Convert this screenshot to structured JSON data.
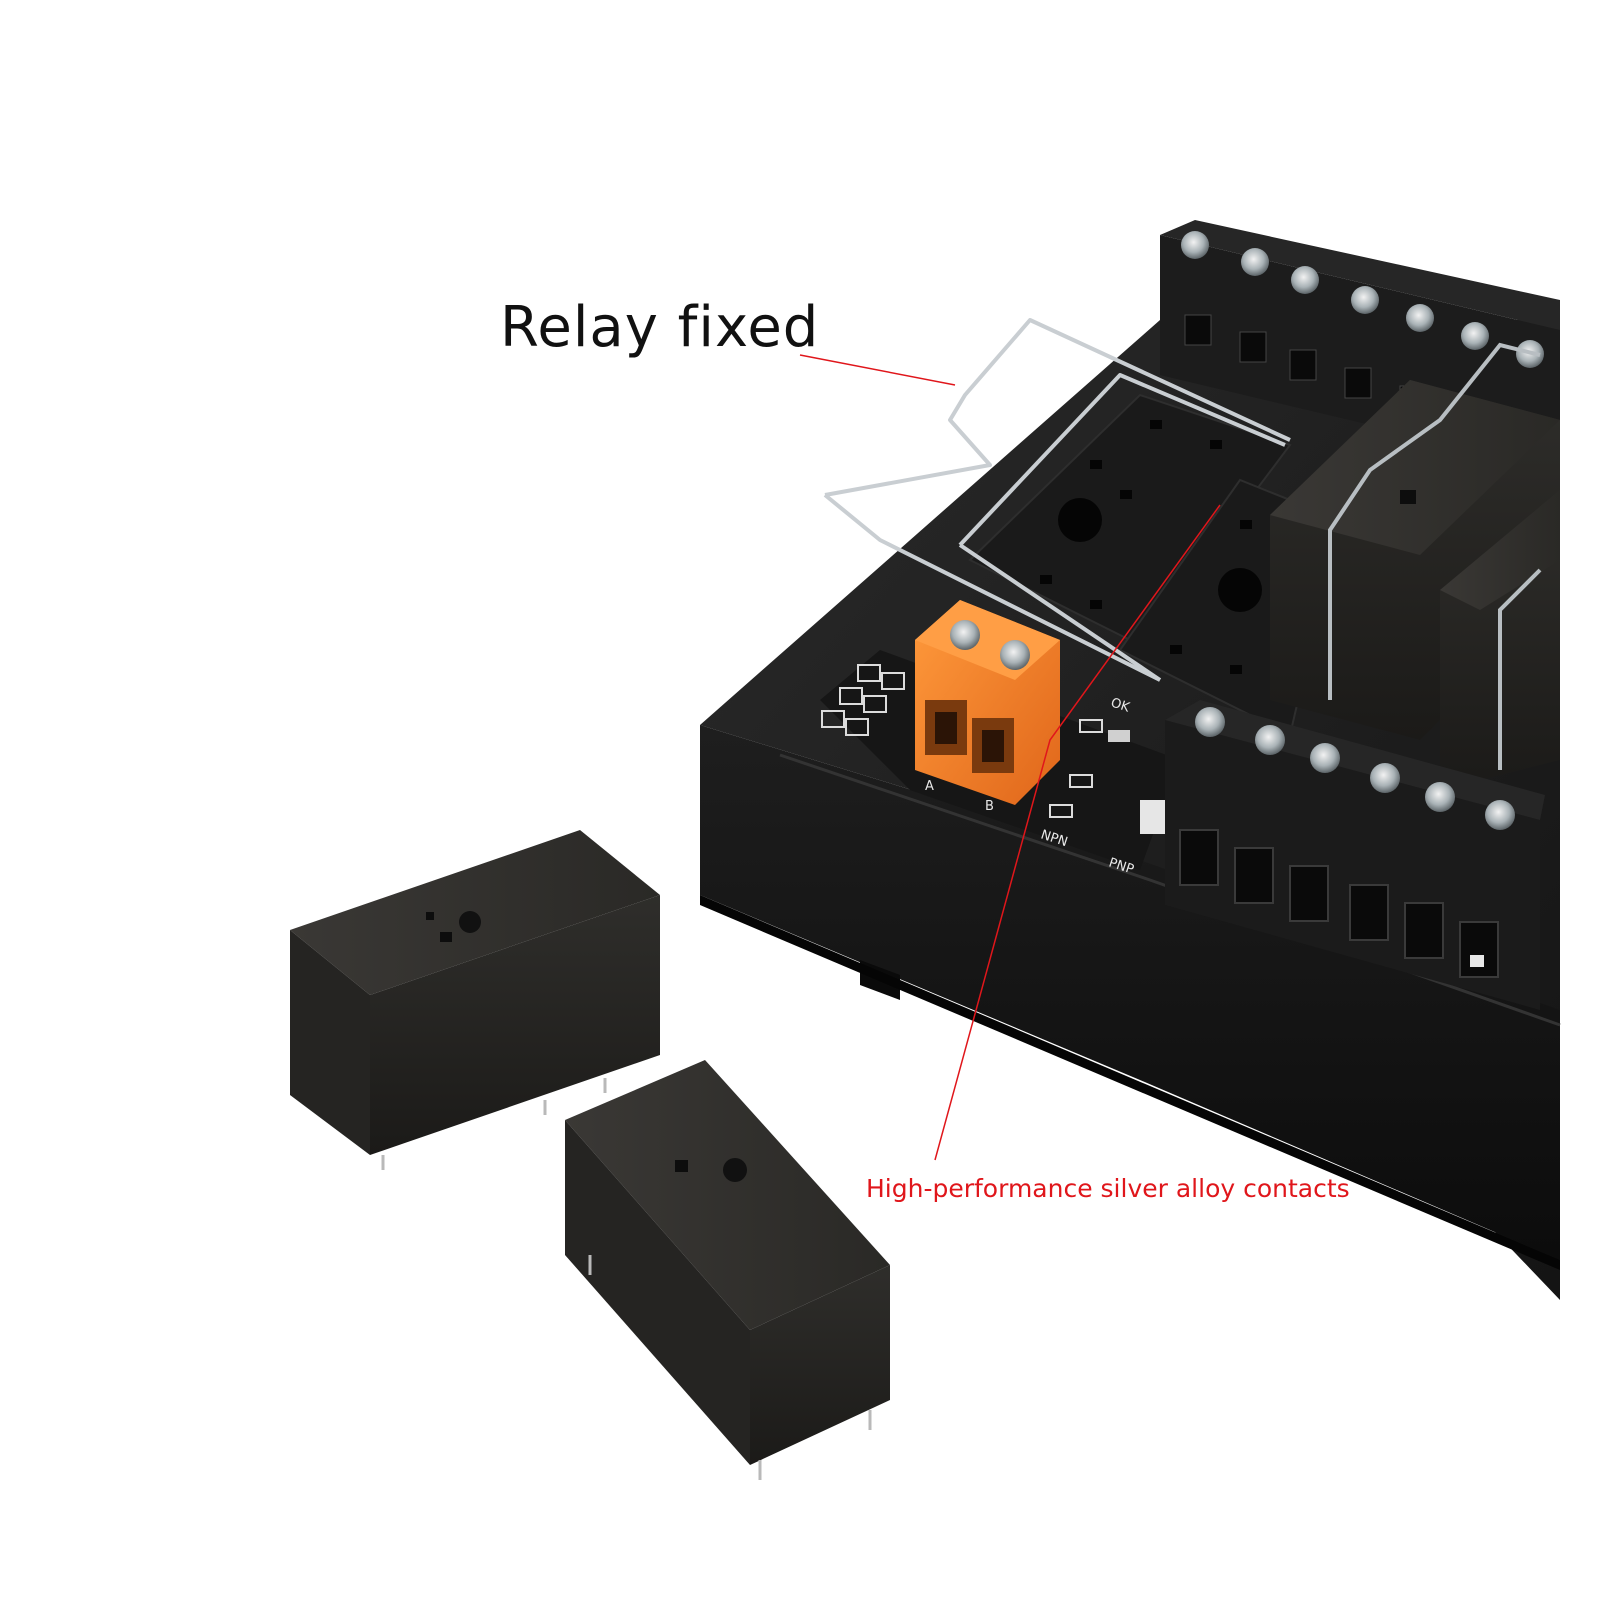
{
  "callouts": {
    "relay_fixed": "Relay fixed",
    "contacts": "High-performance silver alloy contacts"
  },
  "pcb_labels": {
    "pnp": "PNP",
    "npn": "NPN",
    "ok": "OK",
    "terminal_a": "A",
    "terminal_b": "B"
  },
  "colors": {
    "background": "#ffffff",
    "relay_body": "#2b2a28",
    "terminal_orange": "#f47c20",
    "callout_red": "#e0161b",
    "title_text": "#111111"
  }
}
